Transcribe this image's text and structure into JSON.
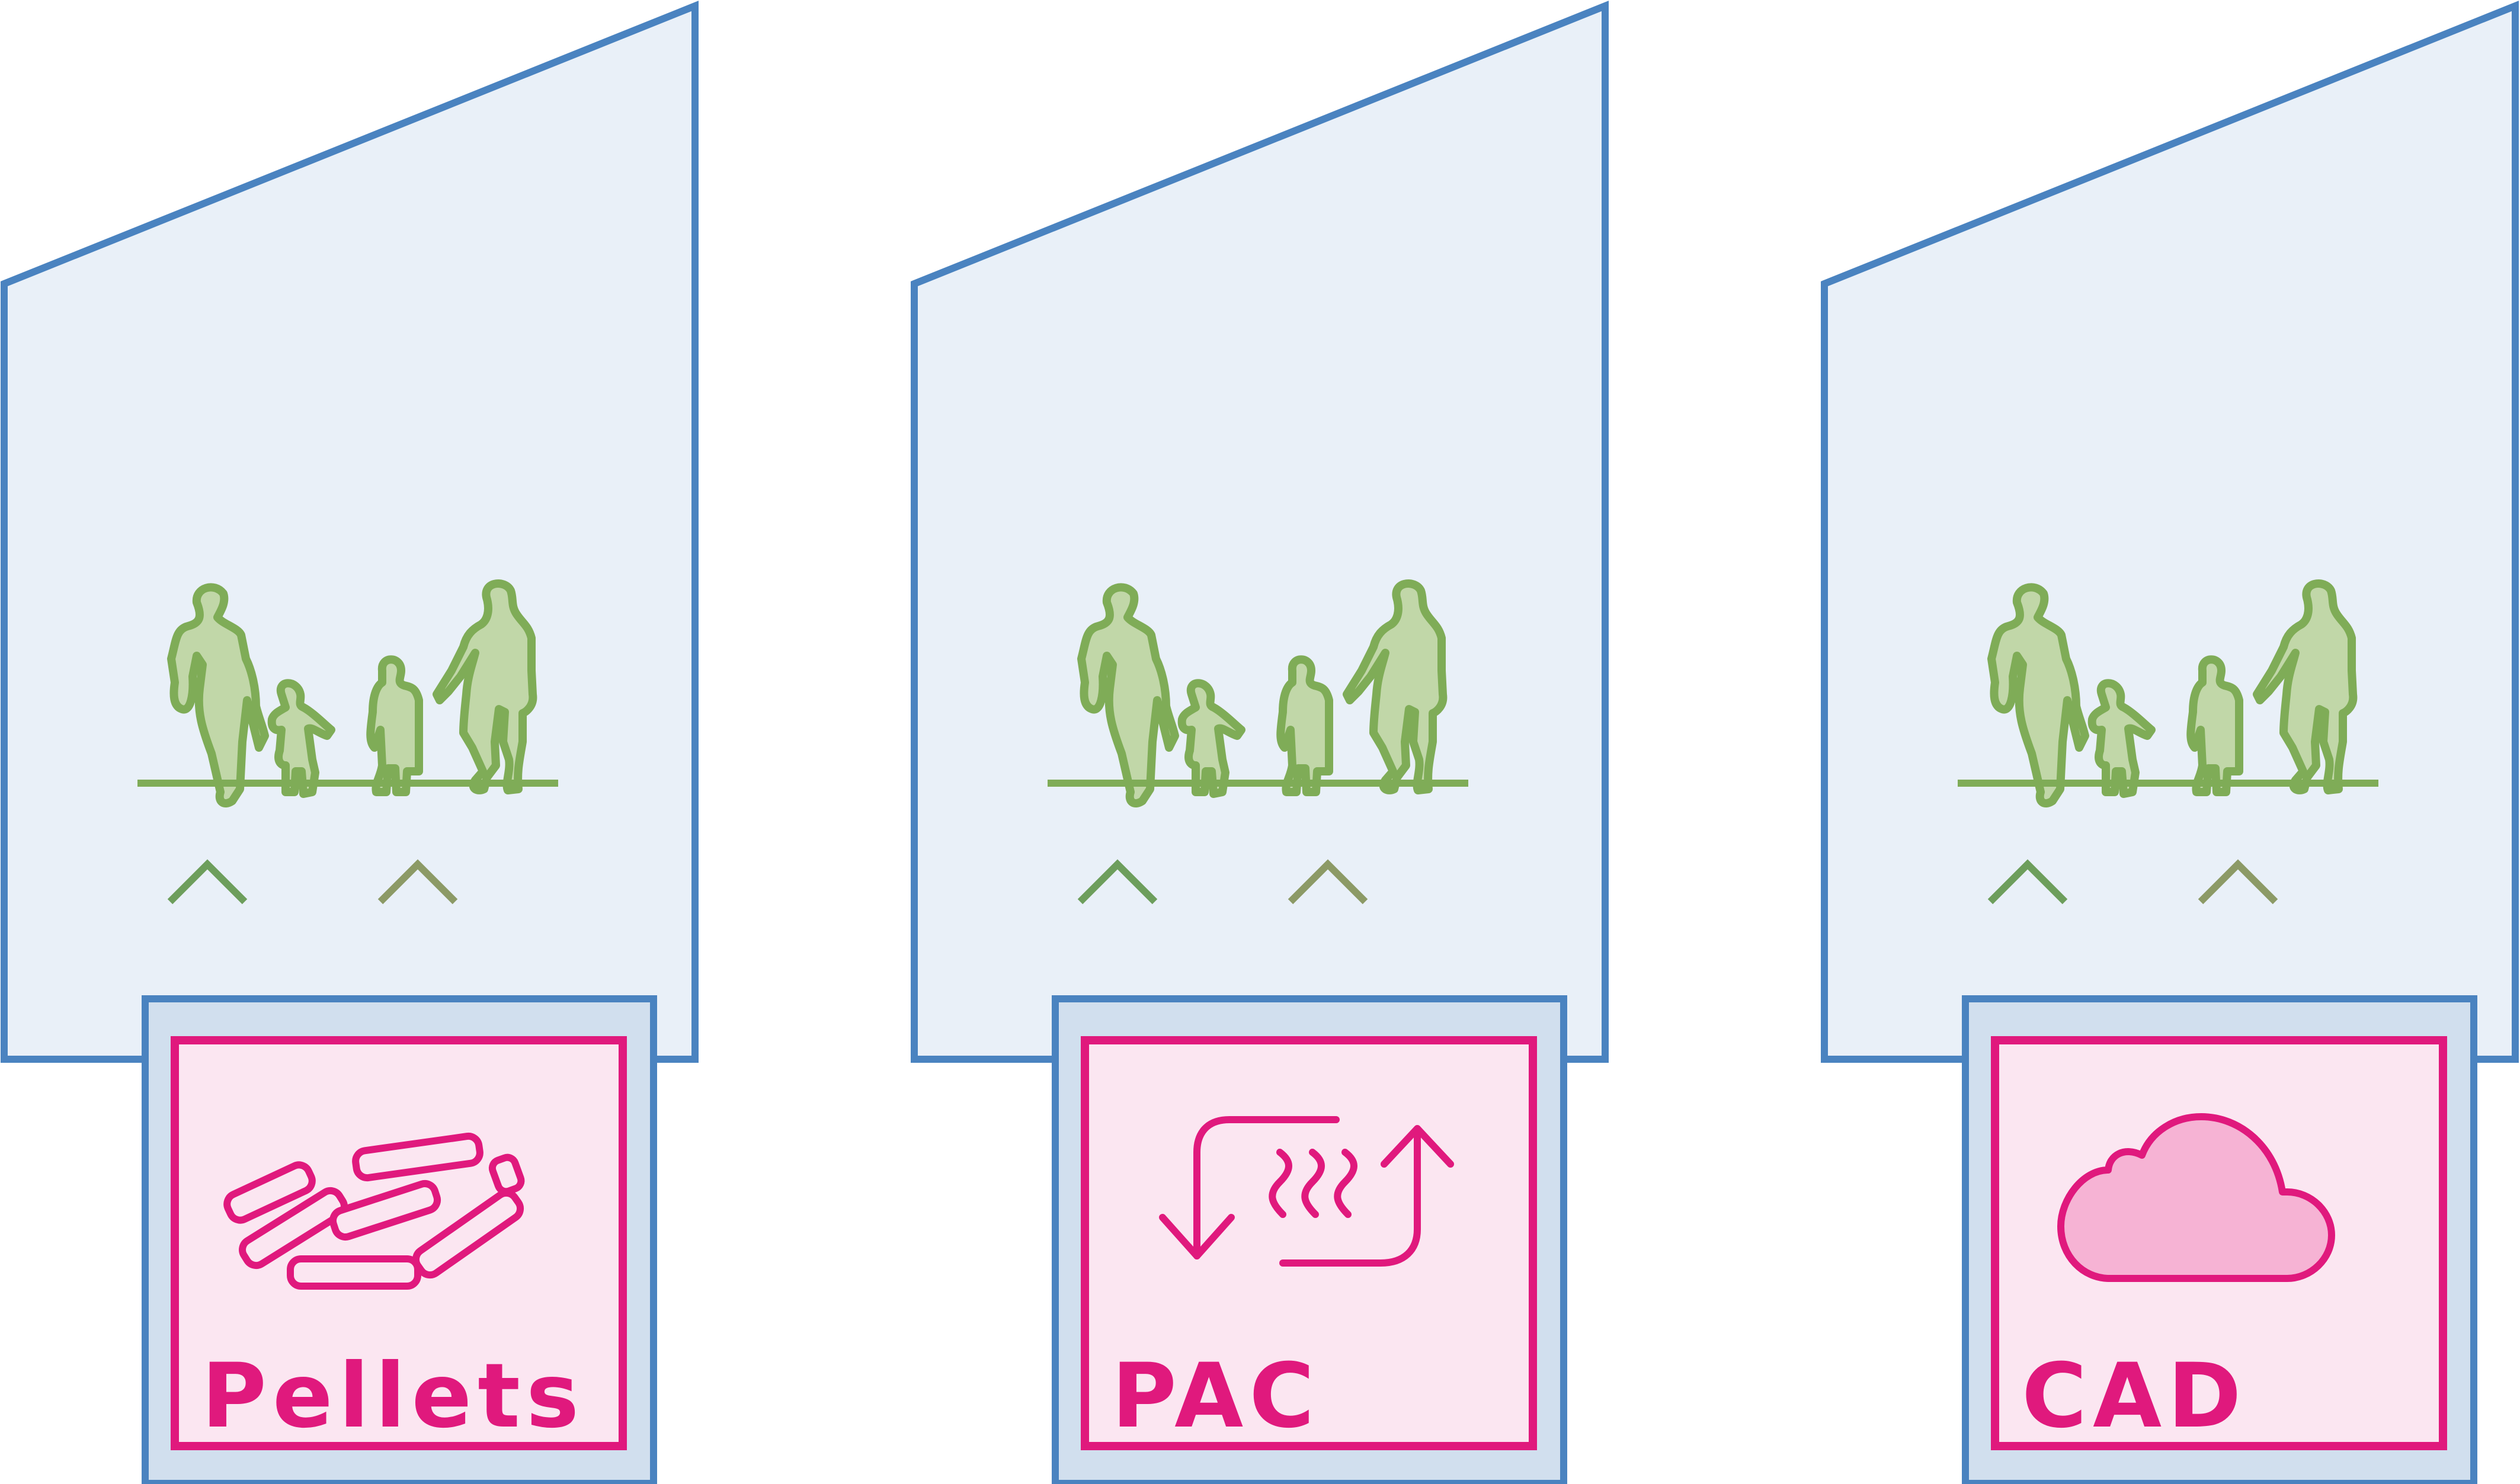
{
  "colors": {
    "house_stroke": "#4a83c0",
    "house_fill": "#e9f0f8",
    "box_outer_fill": "#d1dfee",
    "box_inner_stroke": "#e0197d",
    "box_inner_fill": "#fbe6f1",
    "people_stroke": "#7fac57",
    "people_fill": "#c1d7a8",
    "arrow_solid": "#5c8f74",
    "arrow_dashed_top": "#8c9a66",
    "arrow_dashed_bottom": "#c45c8a",
    "cloud_fill": "#f6b3d4"
  },
  "panels": [
    {
      "label": "Pellets",
      "icon": "pellets-icon"
    },
    {
      "label": "PAC",
      "icon": "heat-pump-icon"
    },
    {
      "label": "CAD",
      "icon": "cloud-icon"
    }
  ]
}
